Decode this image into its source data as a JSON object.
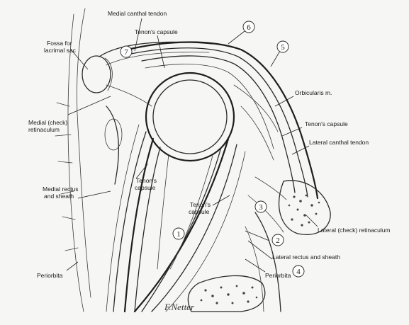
{
  "labels": {
    "medial_canthal_tendon": "Medial canthal tendon",
    "tenons_capsule_top": "Tenon's capsule",
    "fossa_line1": "Fossa for",
    "fossa_line2": "lacrimal sac",
    "orbicularis": "Orbicularis m.",
    "tenons_capsule_right": "Tenon's capsule",
    "lateral_canthal_tendon": "Lateral canthal tendon",
    "medial_check_line1": "Medial (check)",
    "medial_check_line2": "retinaculum",
    "medial_rectus_line1": "Medial rectus",
    "medial_rectus_line2": "and sheath",
    "tenons_capsule_inner_line1": "Tenon's",
    "tenons_capsule_inner_line2": "capsule",
    "tenons_capsule_center_line1": "Tenon's",
    "tenons_capsule_center_line2": "capsule",
    "lateral_check": "Lateral (check) retinaculum",
    "lateral_rectus": "Lateral rectus and sheath",
    "periorbita_right": "Periorbita",
    "periorbita_left": "Periorbita",
    "signature": "F.Netter"
  },
  "numbers": {
    "n1": "1",
    "n2": "2",
    "n3": "3",
    "n4": "4",
    "n5": "5",
    "n6": "6",
    "n7": "7"
  }
}
